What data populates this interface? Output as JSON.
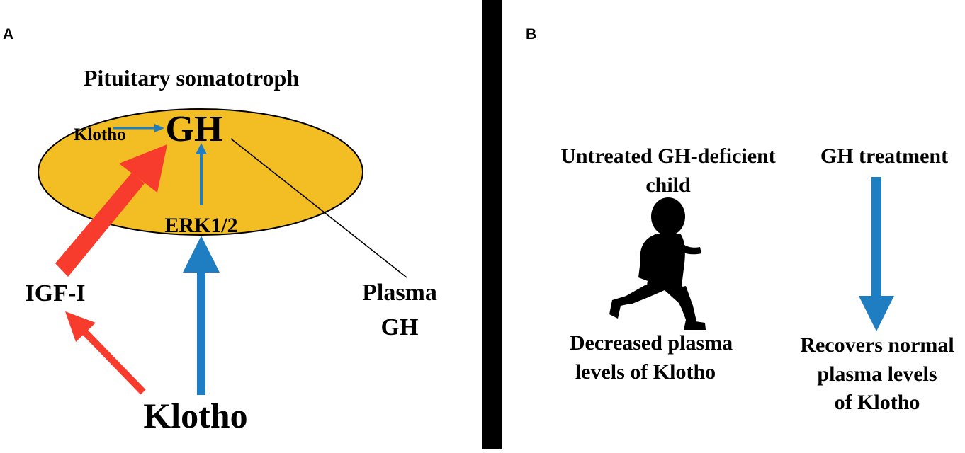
{
  "panel_a": {
    "letter": "A",
    "title": "Pituitary somatotroph",
    "gh": "GH",
    "klotho_small": "Klotho",
    "erk": "ERK1/2",
    "igf": "IGF-I",
    "plasma_line1": "Plasma",
    "plasma_line2": "GH",
    "klotho_big": "Klotho"
  },
  "panel_b": {
    "letter": "B",
    "untreated_line1": "Untreated GH-deficient",
    "untreated_line2": "child",
    "treatment": "GH treatment",
    "decreased_line1": "Decreased plasma",
    "decreased_line2": "levels of Klotho",
    "recovers_line1": "Recovers normal",
    "recovers_line2": "plasma levels",
    "recovers_line3": "of Klotho"
  },
  "colors": {
    "cell": "#F3BE24",
    "red_arrow": "#F73B2C",
    "blue_arrow": "#1F7EC1",
    "divider": "#000000"
  },
  "icons": [
    "running-child-icon"
  ]
}
